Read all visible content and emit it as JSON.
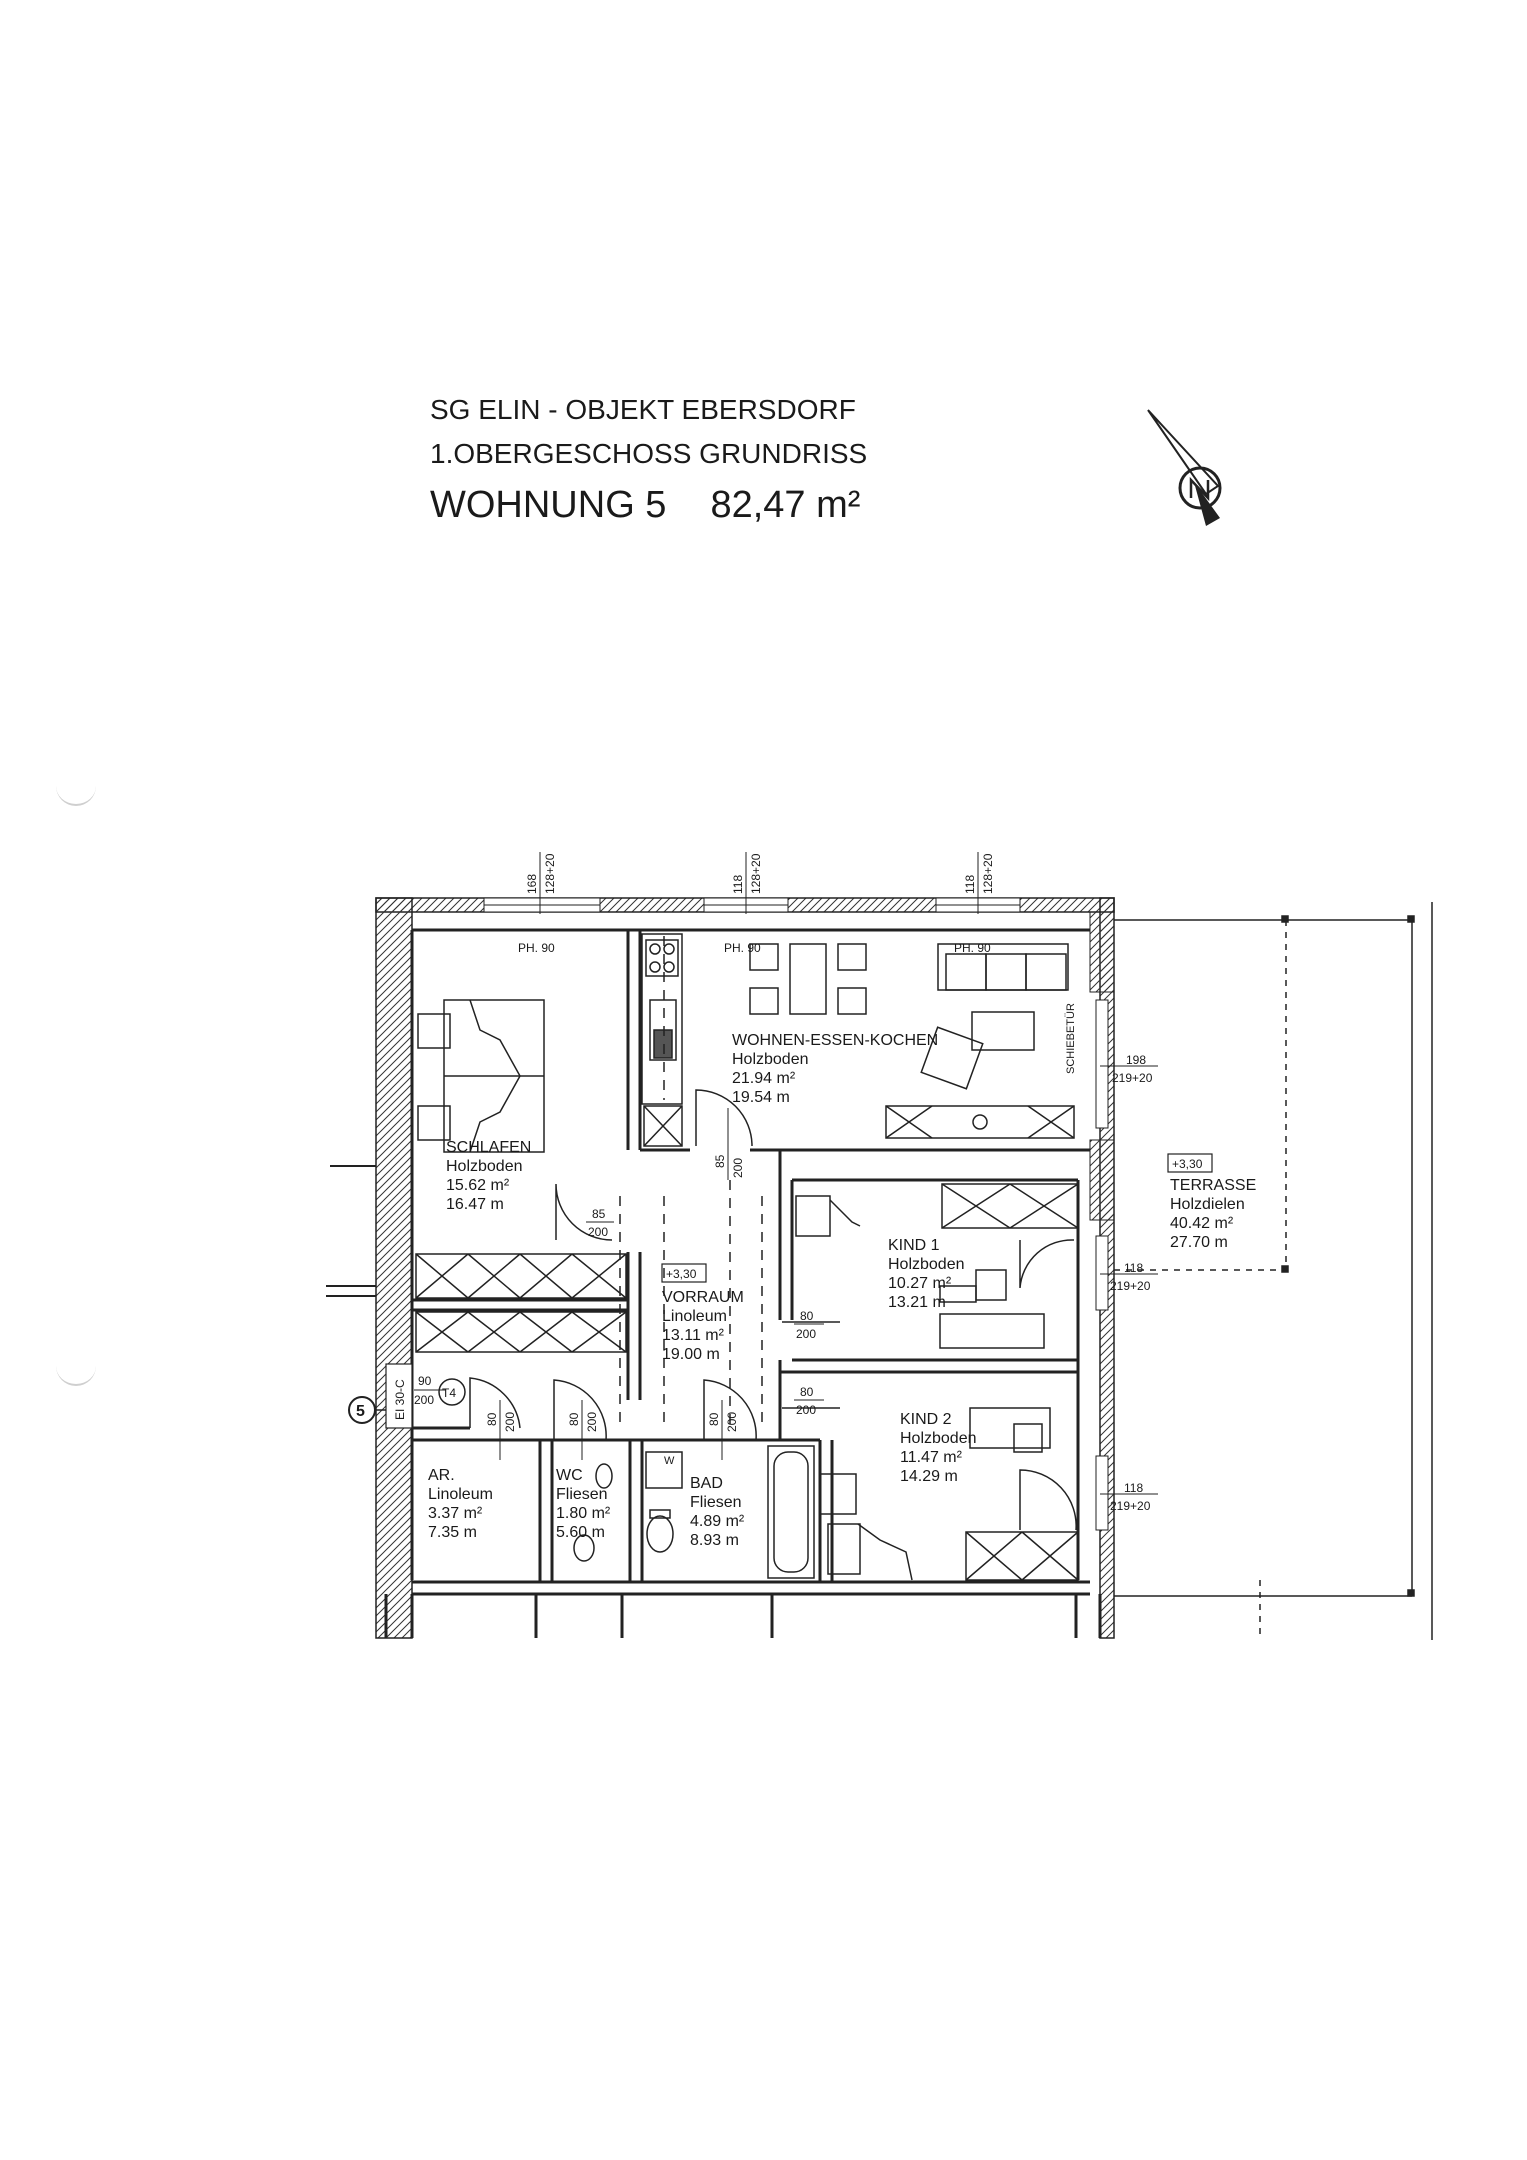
{
  "header": {
    "line1": "SG ELIN - OBJEKT EBERSDORF",
    "line2": "1.OBERGESCHOSS GRUNDRISS",
    "unit": "WOHNUNG 5",
    "area": "82,47 m²"
  },
  "compass_icon": "north-arrow-icon",
  "rooms": {
    "schlafen": {
      "name": "SCHLAFEN",
      "floor": "Holzboden",
      "area": "15.62 m²",
      "perimeter": "16.47 m"
    },
    "wohnen": {
      "name": "WOHNEN-ESSEN-KOCHEN",
      "floor": "Holzboden",
      "area": "21.94 m²",
      "perimeter": "19.54 m"
    },
    "vorraum": {
      "name": "VORRAUM",
      "floor": "Linoleum",
      "area": "13.11 m²",
      "perimeter": "19.00 m",
      "level": "+3,30"
    },
    "kind1": {
      "name": "KIND 1",
      "floor": "Holzboden",
      "area": "10.27 m²",
      "perimeter": "13.21 m"
    },
    "kind2": {
      "name": "KIND 2",
      "floor": "Holzboden",
      "area": "11.47 m²",
      "perimeter": "14.29 m"
    },
    "ar": {
      "name": "AR.",
      "floor": "Linoleum",
      "area": "3.37 m²",
      "perimeter": "7.35 m"
    },
    "wc": {
      "name": "WC",
      "floor": "Fliesen",
      "area": "1.80 m²",
      "perimeter": "5.60 m"
    },
    "bad": {
      "name": "BAD",
      "floor": "Fliesen",
      "area": "4.89 m²",
      "perimeter": "8.93 m"
    },
    "terrasse": {
      "name": "TERRASSE",
      "floor": "Holzdielen",
      "area": "40.42 m²",
      "perimeter": "27.70 m",
      "level": "+3,30"
    }
  },
  "windows": {
    "w1": {
      "width": "168",
      "height": "128+20",
      "parapet": "PH. 90"
    },
    "w2": {
      "width": "118",
      "height": "128+20",
      "parapet": "PH. 90"
    },
    "w3": {
      "width": "118",
      "height": "128+20",
      "parapet": "PH. 90"
    },
    "w_living_side": {
      "width": "198",
      "height": "219+20"
    },
    "w_kind1": {
      "width": "118",
      "height": "219+20"
    },
    "w_kind2": {
      "width": "118",
      "height": "219+20"
    }
  },
  "doors": {
    "kitchen": {
      "w": "85",
      "h": "200"
    },
    "schlafen": {
      "w": "85",
      "h": "200"
    },
    "kind1": {
      "w": "80",
      "h": "200"
    },
    "kind2": {
      "w": "80",
      "h": "200"
    },
    "ar": {
      "w": "80",
      "h": "200"
    },
    "wc": {
      "w": "80",
      "h": "200"
    },
    "bad": {
      "w": "80",
      "h": "200"
    },
    "entry": {
      "w": "90",
      "h": "200",
      "type": "T4",
      "fire": "EI 30-C"
    }
  },
  "labels": {
    "schiebetuer": "SCHIEBETÜR",
    "unit_number": "5",
    "bath_label": "W"
  }
}
